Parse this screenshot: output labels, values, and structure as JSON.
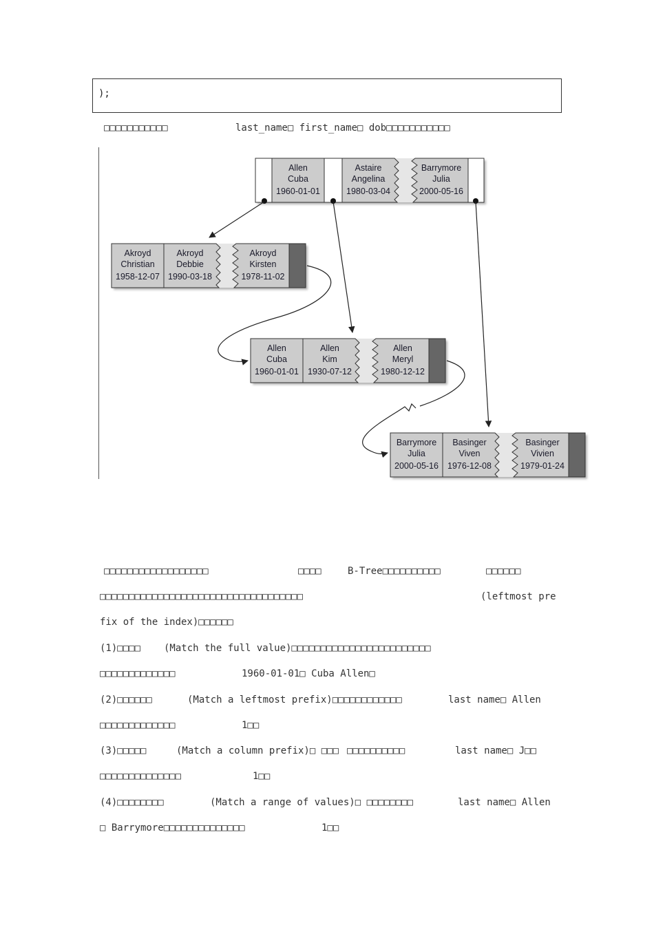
{
  "code_box": {
    "text": ");"
  },
  "intro": {
    "prefix": "□□□□□□□□□□□",
    "cols": "last_name□ first_name□ dob□□□□□□□□□□□"
  },
  "diagram": {
    "root": [
      {
        "last": "Allen",
        "first": "Cuba",
        "dob": "1960-01-01"
      },
      {
        "last": "Astaire",
        "first": "Angelina",
        "dob": "1980-03-04"
      },
      {
        "last": "Barrymore",
        "first": "Julia",
        "dob": "2000-05-16"
      }
    ],
    "leaf1": [
      {
        "last": "Akroyd",
        "first": "Christian",
        "dob": "1958-12-07"
      },
      {
        "last": "Akroyd",
        "first": "Debbie",
        "dob": "1990-03-18"
      },
      {
        "last": "Akroyd",
        "first": "Kirsten",
        "dob": "1978-11-02"
      }
    ],
    "leaf2": [
      {
        "last": "Allen",
        "first": "Cuba",
        "dob": "1960-01-01"
      },
      {
        "last": "Allen",
        "first": "Kim",
        "dob": "1930-07-12"
      },
      {
        "last": "Allen",
        "first": "Meryl",
        "dob": "1980-12-12"
      }
    ],
    "leaf3": [
      {
        "last": "Barrymore",
        "first": "Julia",
        "dob": "2000-05-16"
      },
      {
        "last": "Basinger",
        "first": "Viven",
        "dob": "1976-12-08"
      },
      {
        "last": "Basinger",
        "first": "Vivien",
        "dob": "1979-01-24"
      }
    ]
  },
  "lines": [
    {
      "a": "□□□□□□□□□□□□□□□□□□",
      "b": "□□□□",
      "c": "B-Tree□□□□□□□□□□",
      "d": "□□□□□□"
    },
    {
      "a": "□□□□□□□□□□□□□□□□□□□□□□□□□□□□□□□□□□□",
      "b": "(leftmost pre"
    },
    {
      "a": "fix of the index)□□□□□□"
    },
    {
      "a": "(1)□□□□",
      "b": "(Match the full value)□□□□□□□□□□□□□□□□□□□□□□□□"
    },
    {
      "a": "□□□□□□□□□□□□□",
      "b": "1960-01-01□ Cuba Allen□"
    },
    {
      "a": "(2)□□□□□□",
      "b": "(Match a leftmost prefix)□□□□□□□□□□□□",
      "c": "last name□ Allen"
    },
    {
      "a": "□□□□□□□□□□□□□",
      "b": "1□□"
    },
    {
      "a": "(3)□□□□□",
      "b": "(Match a column prefix)□ □□□",
      "c": "□□□□□□□□□□",
      "d": "last name□ J□□"
    },
    {
      "a": "□□□□□□□□□□□□□□",
      "b": "1□□"
    },
    {
      "a": "(4)□□□□□□□□",
      "b": "(Match a range of values)□ □□□□□□□□",
      "c": "last name□ Allen"
    },
    {
      "a": "□ Barrymore□□□□□□□□□□□□□□",
      "b": "1□□"
    }
  ]
}
